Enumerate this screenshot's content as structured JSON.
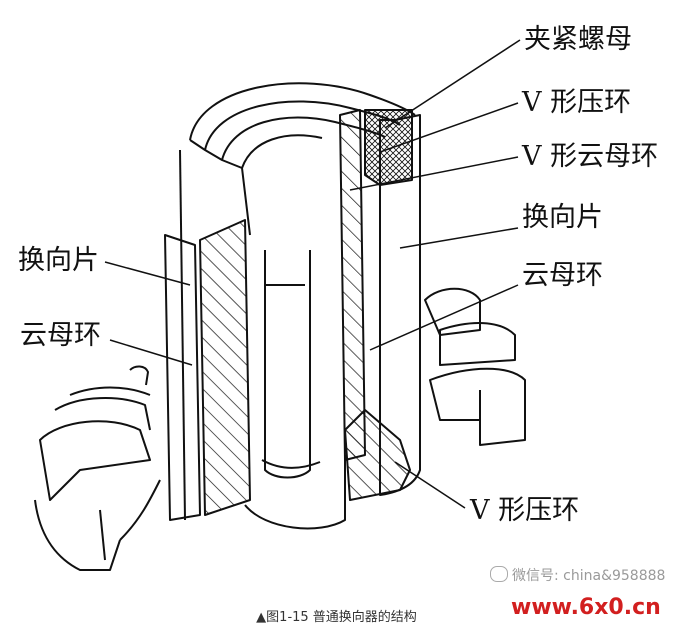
{
  "labels": {
    "lock_nut": "夹紧螺母",
    "v_press_ring_top": "V 形压环",
    "v_mica_ring": "V 形云母环",
    "segment_right": "换向片",
    "mica_ring_right": "云母环",
    "segment_left": "换向片",
    "mica_ring_left": "云母环",
    "v_press_ring_bottom": "V 形压环"
  },
  "caption": "▲图1-15 普通换向器的结构",
  "watermark": "微信号: china&958888",
  "site": "www.6x0.cn",
  "colors": {
    "line": "#111111",
    "site": "#d21f1f"
  }
}
